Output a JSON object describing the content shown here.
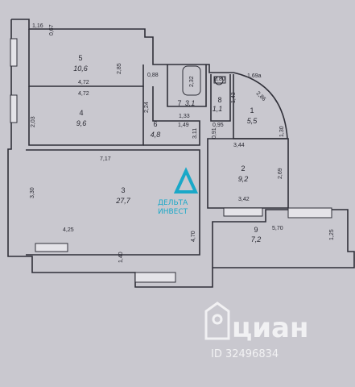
{
  "colors": {
    "background": "#c9c8cf",
    "wall": "#2f2f38",
    "watermark_brand": "#1aa8c8",
    "watermark_gray": "#ffffff"
  },
  "rooms": [
    {
      "number": "5",
      "area": "10,6"
    },
    {
      "number": "4",
      "area": "9,6"
    },
    {
      "number": "3",
      "area": "27,7"
    },
    {
      "number": "6",
      "area": "4,8"
    },
    {
      "number": "7",
      "area": "3,1"
    },
    {
      "number": "8",
      "area": "1,1"
    },
    {
      "number": "1",
      "area": "5,5"
    },
    {
      "number": "2",
      "area": "9,2"
    },
    {
      "number": "9",
      "area": "7,2"
    }
  ],
  "dimensions": {
    "top_left": "1,16",
    "top_small": "0,67",
    "r5_height": "2,85",
    "r5_width": "4,72",
    "r4_top": "4,72",
    "r4_height": "2,03",
    "r6_top": "0,88",
    "bath_len": "2,32",
    "r6_left": "2,24",
    "r7_w": "1,33",
    "r6_w": "1,49",
    "r6_right": "3,11",
    "r8_w": "0,95",
    "r8_small": "0,80",
    "r8_h": "1,43",
    "arc_len": "1,69а",
    "arc_side": "2,86",
    "r1_side": "1,30",
    "r1_left": "0,91",
    "r2_top": "3,44",
    "r2_right": "2,69",
    "r2_bottom": "3,42",
    "r3_top": "7,17",
    "r3_left": "3,30",
    "r3_bottom": "4,25",
    "r3_right": "4,70",
    "r3_bay": "1,40",
    "r9_w": "5,70",
    "r9_h": "1,25"
  },
  "watermarks": {
    "delta_line1": "ДЕЛЬТА",
    "delta_line2": "ИНВЕСТ",
    "cian_brand": "циан",
    "cian_id": "ID 32496834"
  }
}
